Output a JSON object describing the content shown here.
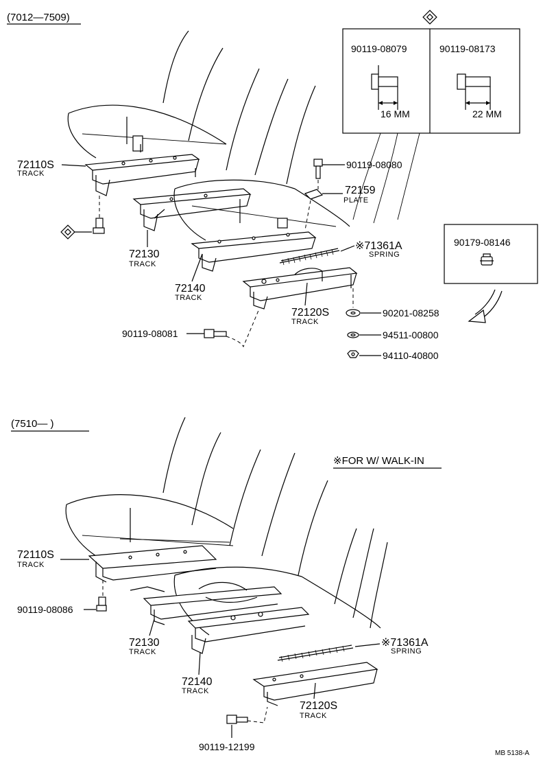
{
  "sections": [
    {
      "range_label": "(7012—7509)",
      "callouts": [
        {
          "part": "72110S",
          "name": "TRACK"
        },
        {
          "part": "72130",
          "name": "TRACK"
        },
        {
          "part": "72140",
          "name": "TRACK"
        },
        {
          "part": "72120S",
          "name": "TRACK"
        },
        {
          "part": "90119-08080",
          "name": ""
        },
        {
          "part": "72159",
          "name": "PLATE"
        },
        {
          "part": "※71361A",
          "name": "SPRING"
        },
        {
          "part": "90201-08258",
          "name": ""
        },
        {
          "part": "94511-00800",
          "name": ""
        },
        {
          "part": "94110-40800",
          "name": ""
        },
        {
          "part": "90119-08081",
          "name": ""
        }
      ],
      "bolt_box": {
        "bolts": [
          {
            "part": "90119-08079",
            "length": "16 ММ"
          },
          {
            "part": "90119-08173",
            "length": "22 ММ"
          }
        ]
      },
      "clip_box": {
        "part": "90179-08146"
      }
    },
    {
      "range_label": "(7510—        )",
      "note": "※FOR W/ WALK-IN",
      "callouts": [
        {
          "part": "72110S",
          "name": "TRACK"
        },
        {
          "part": "90119-08086",
          "name": ""
        },
        {
          "part": "72130",
          "name": "TRACK"
        },
        {
          "part": "72140",
          "name": "TRACK"
        },
        {
          "part": "※71361A",
          "name": "SPRING"
        },
        {
          "part": "72120S",
          "name": "TRACK"
        },
        {
          "part": "90119-12199",
          "name": ""
        }
      ]
    }
  ],
  "footer_code": "MB 5138-A"
}
